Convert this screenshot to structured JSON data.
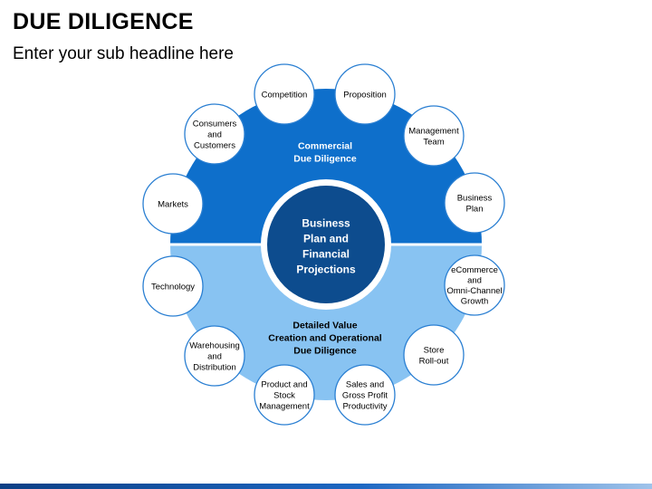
{
  "header": {
    "title": "DUE DILIGENCE",
    "subtitle": "Enter your sub headline here"
  },
  "diagram": {
    "center": [
      "Business",
      "Plan and",
      "Financial",
      "Projections"
    ],
    "upper_section": [
      "Commercial",
      "Due Diligence"
    ],
    "lower_section": [
      "Detailed Value",
      "Creation and Operational",
      "Due Diligence"
    ],
    "colors": {
      "upper": "#0e6fcb",
      "lower": "#88c3f2",
      "center": "#0d4c8e",
      "node_border": "#2a7fd2",
      "node_fill": "#ffffff"
    },
    "nodes": [
      {
        "id": "competition",
        "lines": [
          "Competition"
        ]
      },
      {
        "id": "proposition",
        "lines": [
          "Proposition"
        ]
      },
      {
        "id": "consumers",
        "lines": [
          "Consumers",
          "and",
          "Customers"
        ]
      },
      {
        "id": "management-team",
        "lines": [
          "Management",
          "Team"
        ]
      },
      {
        "id": "markets",
        "lines": [
          "Markets"
        ]
      },
      {
        "id": "business-plan",
        "lines": [
          "Business",
          "Plan"
        ]
      },
      {
        "id": "technology",
        "lines": [
          "Technology"
        ]
      },
      {
        "id": "ecommerce",
        "lines": [
          "eCommerce",
          "and",
          "Omni-Channel",
          "Growth"
        ]
      },
      {
        "id": "warehousing",
        "lines": [
          "Warehousing",
          "and",
          "Distribution"
        ]
      },
      {
        "id": "store-rollout",
        "lines": [
          "Store",
          "Roll-out"
        ]
      },
      {
        "id": "product-stock",
        "lines": [
          "Product and",
          "Stock",
          "Management"
        ]
      },
      {
        "id": "sales-profit",
        "lines": [
          "Sales and",
          "Gross Profit",
          "Productivity"
        ]
      }
    ]
  }
}
